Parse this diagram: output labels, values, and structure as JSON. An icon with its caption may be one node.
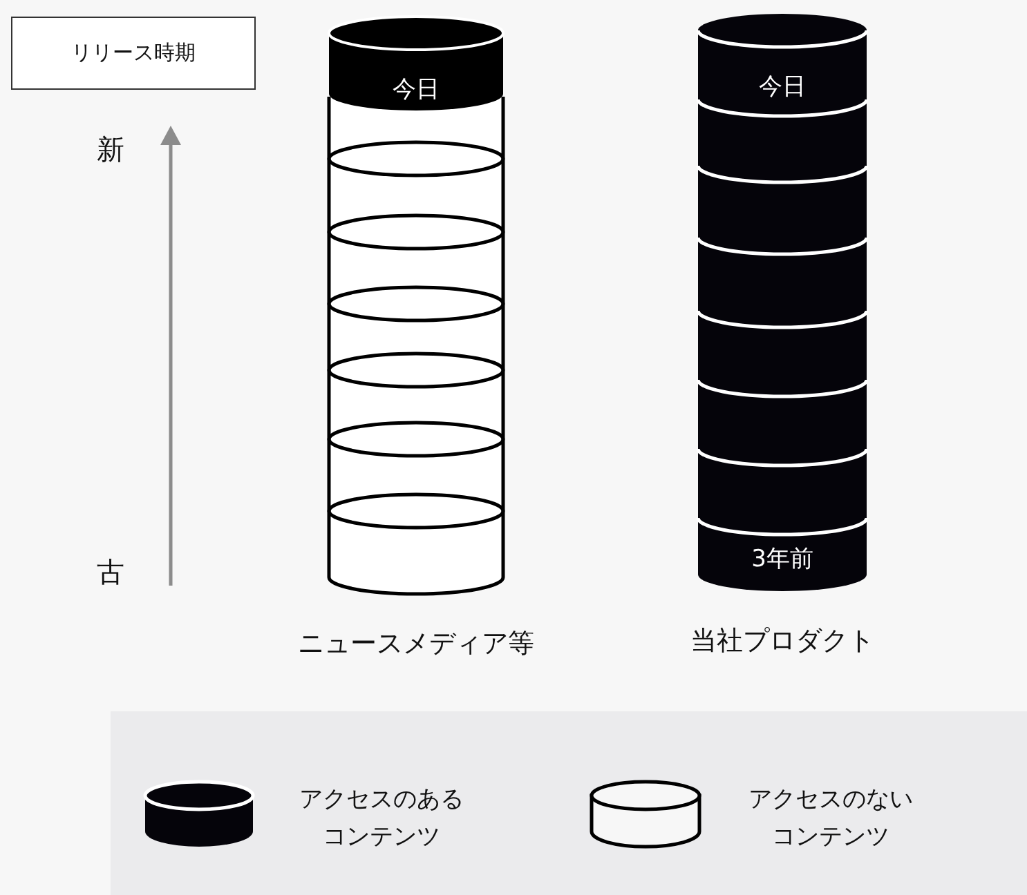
{
  "diagram": {
    "nodes": [
      {
        "text": [
          "リリース時期"
        ]
      },
      {
        "text": [
          "今日"
        ],
        "beside": [
          "ニュースメディア等"
        ]
      },
      {
        "text": [
          "今日",
          "3年前"
        ],
        "beside": [
          "当社プロダクト"
        ]
      }
    ],
    "labels": [
      "新",
      "古"
    ],
    "legend": [
      {
        "text": "アクセスのあるコンテンツ"
      },
      {
        "text": "アクセスのないコンテンツ"
      }
    ]
  }
}
